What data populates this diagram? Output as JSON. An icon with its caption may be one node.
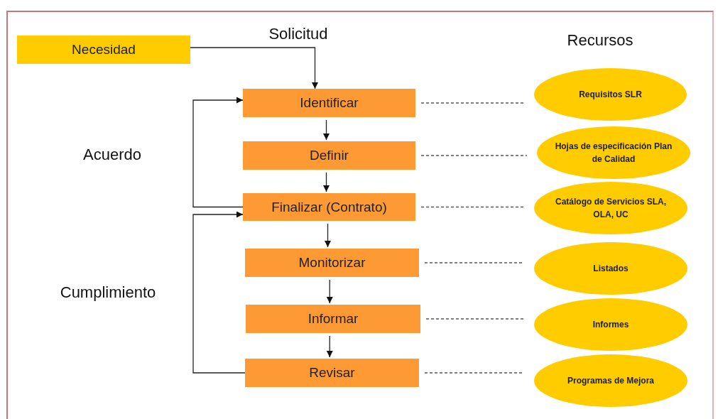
{
  "diagram": {
    "nodes": [
      {
        "text": [
          "Necesidad"
        ]
      },
      {
        "text": [
          "Identificar"
        ]
      },
      {
        "text": [
          "Definir"
        ]
      },
      {
        "text": [
          "Finalizar (Contrato)"
        ]
      },
      {
        "text": [
          "Monitorizar"
        ]
      },
      {
        "text": [
          "Informar"
        ]
      },
      {
        "text": [
          "Revisar"
        ]
      },
      {
        "text": [
          "Requisitos SLR"
        ]
      },
      {
        "text": [
          "Hojas de especificación Plan de Calidad"
        ]
      },
      {
        "text": [
          "Catálogo de Servicios SLA, OLA, UC"
        ]
      },
      {
        "text": [
          "Listados"
        ]
      },
      {
        "text": [
          "Informes"
        ]
      },
      {
        "text": [
          "Programas de Mejora"
        ]
      }
    ],
    "edges": [
      {
        "from": 0,
        "to": 1,
        "arrow": "to"
      },
      {
        "from": 1,
        "to": 2,
        "arrow": "to"
      },
      {
        "from": 2,
        "to": 3,
        "arrow": "to"
      },
      {
        "from": 3,
        "to": 4,
        "arrow": "to"
      },
      {
        "from": 4,
        "to": 5,
        "arrow": "to"
      },
      {
        "from": 5,
        "to": 6,
        "arrow": "to"
      },
      {
        "from": 3,
        "to": 1,
        "arrow": "to"
      },
      {
        "from": 6,
        "to": 3,
        "arrow": "to"
      },
      {
        "from": 1,
        "to": 7,
        "arrow": "none",
        "style": "dashed"
      },
      {
        "from": 2,
        "to": 8,
        "arrow": "none",
        "style": "dashed"
      },
      {
        "from": 3,
        "to": 9,
        "arrow": "none",
        "style": "dashed"
      },
      {
        "from": 4,
        "to": 10,
        "arrow": "none",
        "style": "dashed"
      },
      {
        "from": 5,
        "to": 11,
        "arrow": "none",
        "style": "dashed"
      },
      {
        "from": 6,
        "to": 12,
        "arrow": "none",
        "style": "dashed"
      }
    ],
    "labels": [
      "Solicitud",
      "Recursos",
      "Acuerdo",
      "Cumplimiento"
    ]
  }
}
